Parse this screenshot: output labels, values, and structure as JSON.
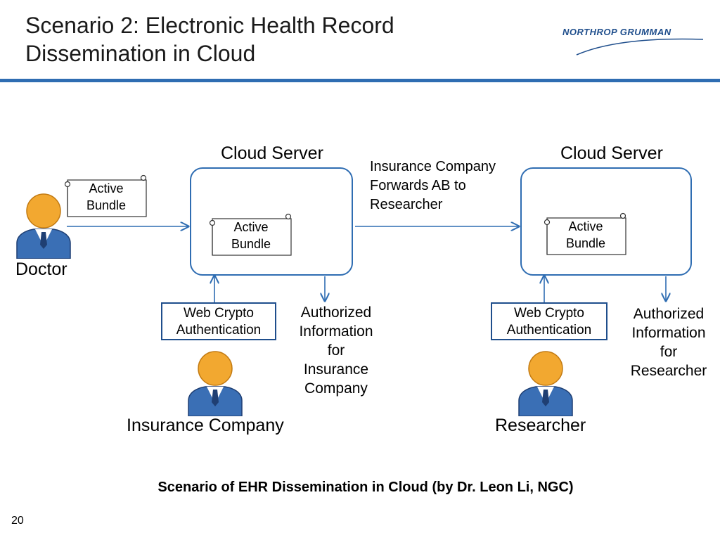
{
  "slide": {
    "title_line1": "Scenario 2: Electronic Health Record",
    "title_line2": "Dissemination in Cloud",
    "logo_text": "NORTHROP GRUMMAN",
    "caption": "Scenario of EHR Dissemination in Cloud (by Dr. Leon Li, NGC)",
    "page_number": "20",
    "accent_color": "#2f6db2"
  },
  "diagram": {
    "servers": [
      {
        "label": "Cloud Server",
        "bundle_line1": "Active",
        "bundle_line2": "Bundle"
      },
      {
        "label": "Cloud Server",
        "bundle_line1": "Active",
        "bundle_line2": "Bundle"
      }
    ],
    "doctor": {
      "label": "Doctor",
      "bundle_line1": "Active",
      "bundle_line2": "Bundle"
    },
    "forward_note": {
      "line1": "Insurance Company",
      "line2": "Forwards AB to",
      "line3": "Researcher"
    },
    "auth_boxes": [
      {
        "line1": "Web Crypto",
        "line2": "Authentication"
      },
      {
        "line1": "Web Crypto",
        "line2": "Authentication"
      }
    ],
    "insurance_info": {
      "line1": "Authorized",
      "line2": "Information",
      "line3": "for",
      "line4": "Insurance",
      "line5": "Company"
    },
    "researcher_info": {
      "line1": "Authorized",
      "line2": "Information",
      "line3": "for",
      "line4": "Researcher"
    },
    "actors": [
      {
        "label": "Insurance Company",
        "icon": "person-icon"
      },
      {
        "label": "Researcher",
        "icon": "person-icon"
      }
    ]
  }
}
